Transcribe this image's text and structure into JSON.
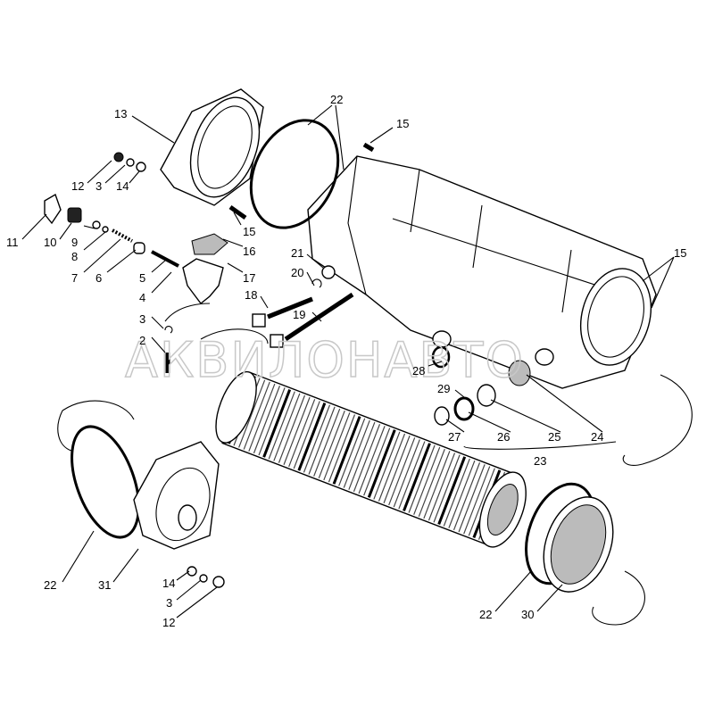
{
  "watermark": "АКВИЛОНАВТО",
  "labels": {
    "l13": "13",
    "l22a": "22",
    "l15a": "15",
    "l12a": "12",
    "l3a": "3",
    "l14a": "14",
    "l15b": "15",
    "l16": "16",
    "l11": "11",
    "l10": "10",
    "l9": "9",
    "l8": "8",
    "l7": "7",
    "l6": "6",
    "l5": "5",
    "l17": "17",
    "l4": "4",
    "l21": "21",
    "l20": "20",
    "l18": "18",
    "l19": "19",
    "l3b": "3",
    "l2": "2",
    "l15c": "15",
    "l28": "28",
    "l29": "29",
    "l27": "27",
    "l26": "26",
    "l25": "25",
    "l24": "24",
    "l23": "23",
    "l22b": "22",
    "l31": "31",
    "l14b": "14",
    "l3c": "3",
    "l12b": "12",
    "l22c": "22",
    "l30": "30"
  }
}
